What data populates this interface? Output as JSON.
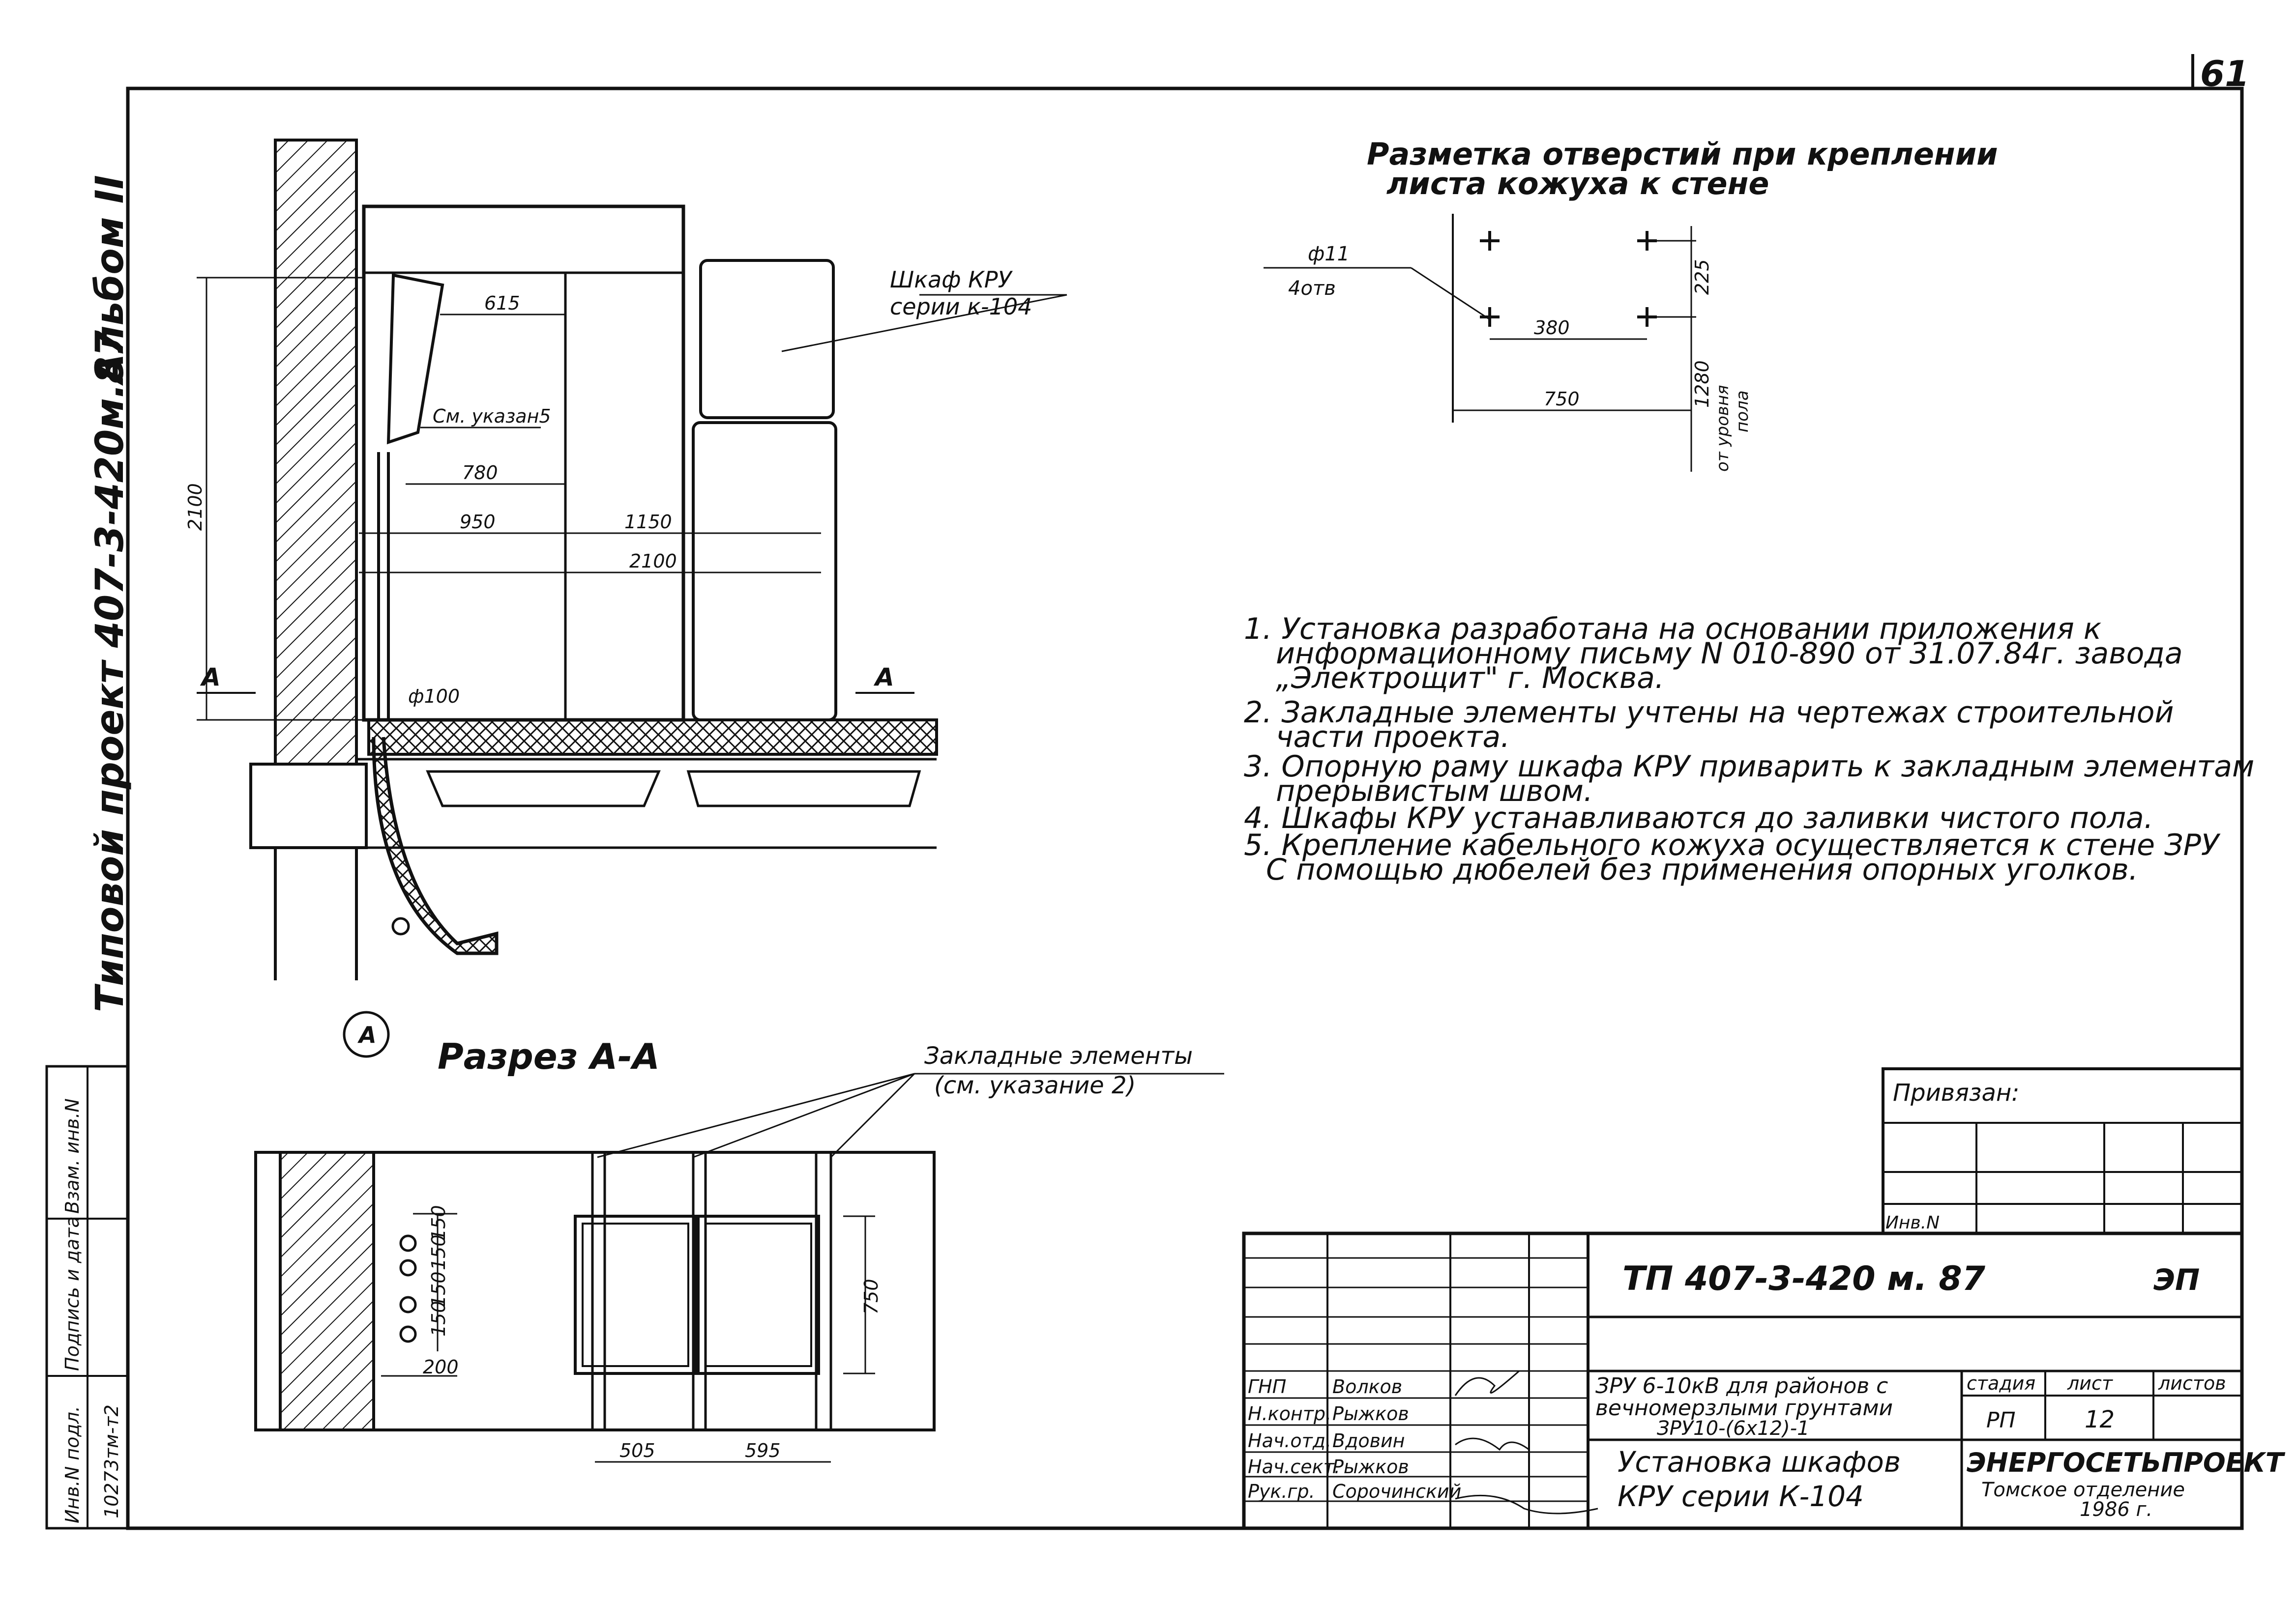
{
  "sheet_number": "61",
  "side_stamp": {
    "album": "Альбом II",
    "project": "Типовой   проект  407-3-420м.87"
  },
  "left_strip": {
    "vzam_inv": "Взам. инв.N",
    "podpis_data": "Подпись и дата",
    "inv_podl": "Инв.N подл.",
    "inv_number": "10273тм-т2"
  },
  "drawing": {
    "cabinet_label_line1": "Шкаф КРУ",
    "cabinet_label_line2": "серии к-104",
    "see_note": "См. указан5",
    "section_mark": "A",
    "section_title": "Разрез А-А",
    "embedded_line1": "Закладные элементы",
    "embedded_line2": "(см. указание 2)",
    "dims": {
      "d615": "615",
      "d780": "780",
      "d950": "950",
      "d1150": "1150",
      "d2100": "2100",
      "d2100v": "2100",
      "phi100": "ф100",
      "d200": "200",
      "d150a": "150",
      "d150b": "150",
      "d150c": "150",
      "d150d": "150",
      "d750": "750",
      "d505": "505",
      "d595": "595"
    }
  },
  "holes_layout": {
    "title_line1": "Разметка отверстий при креплении",
    "title_line2": "листа  кожуха к стене",
    "phi11": "ф11",
    "count": "4отв",
    "d380": "380",
    "d750": "750",
    "d225": "225",
    "d1280": "1280",
    "floor_level_line1": "от уровня",
    "floor_level_line2": "пола"
  },
  "notes": [
    "1. Установка разработана на основании приложения к",
    "информационному письму N 010-890 от 31.07.84г. завода",
    "„Электрощит\" г. Москва.",
    "2. Закладные элементы учтены на чертежах строительной",
    "части проекта.",
    "3. Опорную раму шкафа КРУ приварить к закладным элементам",
    "прерывистым швом.",
    "4. Шкафы КРУ устанавливаются до заливки чистого пола.",
    "5. Крепление кабельного кожуха осуществляется к стене ЗРУ",
    "С помощью дюбелей без применения опорных уголков."
  ],
  "title_block": {
    "privyazan": "Привязан:",
    "inv_n": "Инв.N",
    "doc_code": "ТП  407-3-420 м. 87",
    "mark": "ЭП",
    "roles": [
      "ГНП",
      "Н.контр.",
      "Нач.отд.",
      "Нач.сект.",
      "Рук.гр."
    ],
    "names": [
      "Волков",
      "Рыжков",
      "Вдовин",
      "Рыжков",
      "Сорочинский"
    ],
    "object_line1": "ЗРУ 6-10кВ для районов с",
    "object_line2": "вечномерзлыми грунтами",
    "object_line3": "ЗРУ10-(6х12)-1",
    "sheet_title_line1": "Установка шкафов",
    "sheet_title_line2": "КРУ серии К-104",
    "stage_h": "стадия",
    "sheet_h": "лист",
    "sheets_h": "листов",
    "stage": "РП",
    "sheet": "12",
    "org": "ЭНЕРГОСЕТЬПРОЕКТ",
    "branch": "Томское отделение",
    "year": "1986 г."
  }
}
